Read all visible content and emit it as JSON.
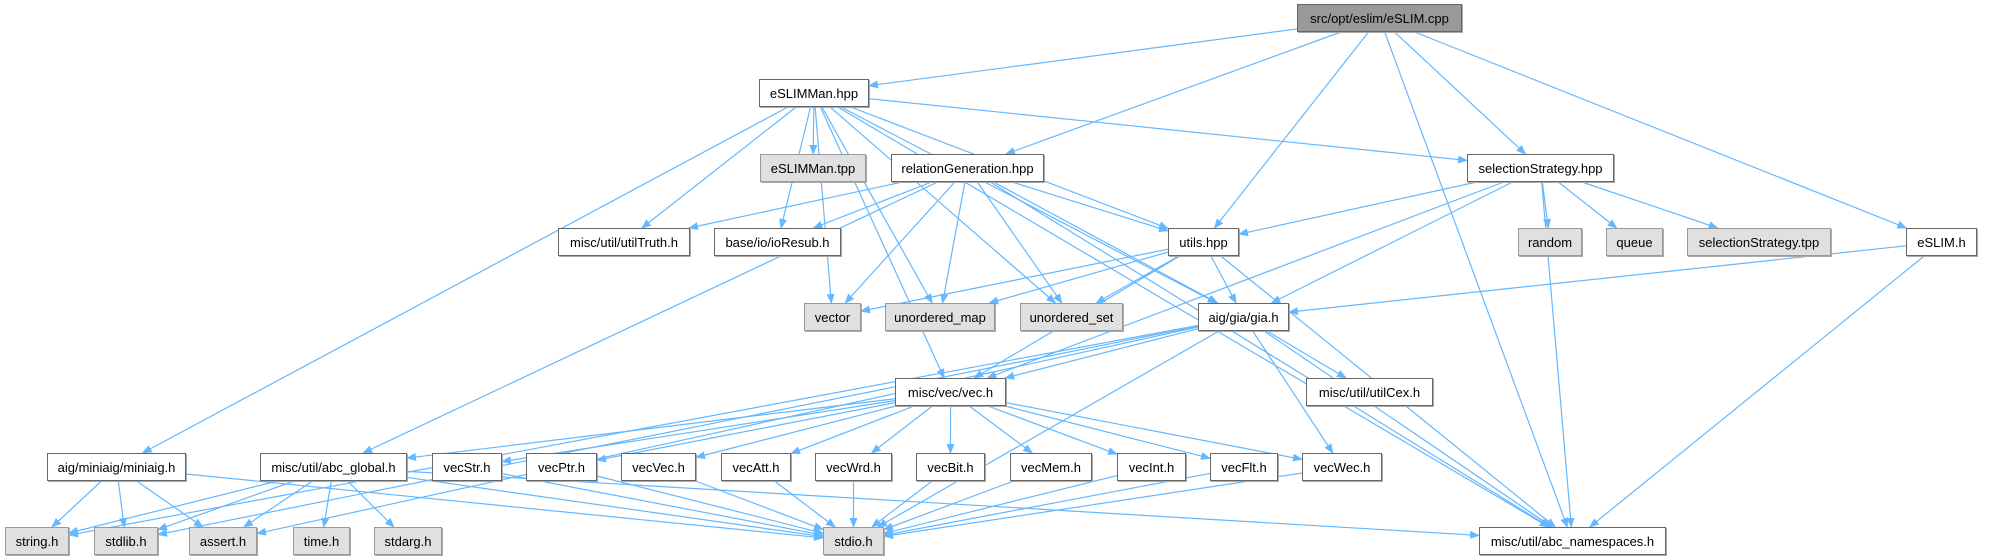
{
  "graph": {
    "edge_color": "#63b8ff",
    "nodes": [
      {
        "id": "eslim_cpp",
        "label": "src/opt/eslim/eSLIM.cpp",
        "kind": "root"
      },
      {
        "id": "eslimman_hpp",
        "label": "eSLIMMan.hpp",
        "kind": "local"
      },
      {
        "id": "eslimman_tpp",
        "label": "eSLIMMan.tpp",
        "kind": "ext"
      },
      {
        "id": "relgen_hpp",
        "label": "relationGeneration.hpp",
        "kind": "local"
      },
      {
        "id": "selstrat_hpp",
        "label": "selectionStrategy.hpp",
        "kind": "local"
      },
      {
        "id": "utiltruth_h",
        "label": "misc/util/utilTruth.h",
        "kind": "local"
      },
      {
        "id": "ioresub_h",
        "label": "base/io/ioResub.h",
        "kind": "local"
      },
      {
        "id": "utils_hpp",
        "label": "utils.hpp",
        "kind": "local"
      },
      {
        "id": "random",
        "label": "random",
        "kind": "ext"
      },
      {
        "id": "queue",
        "label": "queue",
        "kind": "ext"
      },
      {
        "id": "selstrat_tpp",
        "label": "selectionStrategy.tpp",
        "kind": "ext"
      },
      {
        "id": "eslim_h",
        "label": "eSLIM.h",
        "kind": "local"
      },
      {
        "id": "vector",
        "label": "vector",
        "kind": "ext"
      },
      {
        "id": "unordered_map",
        "label": "unordered_map",
        "kind": "ext"
      },
      {
        "id": "unordered_set",
        "label": "unordered_set",
        "kind": "ext"
      },
      {
        "id": "gia_h",
        "label": "aig/gia/gia.h",
        "kind": "local"
      },
      {
        "id": "vec_h",
        "label": "misc/vec/vec.h",
        "kind": "local"
      },
      {
        "id": "utilcex_h",
        "label": "misc/util/utilCex.h",
        "kind": "local"
      },
      {
        "id": "miniaig_h",
        "label": "aig/miniaig/miniaig.h",
        "kind": "local"
      },
      {
        "id": "abc_global_h",
        "label": "misc/util/abc_global.h",
        "kind": "local"
      },
      {
        "id": "vecstr_h",
        "label": "vecStr.h",
        "kind": "local"
      },
      {
        "id": "vecptr_h",
        "label": "vecPtr.h",
        "kind": "local"
      },
      {
        "id": "vecvec_h",
        "label": "vecVec.h",
        "kind": "local"
      },
      {
        "id": "vecatt_h",
        "label": "vecAtt.h",
        "kind": "local"
      },
      {
        "id": "vecwrd_h",
        "label": "vecWrd.h",
        "kind": "local"
      },
      {
        "id": "vecbit_h",
        "label": "vecBit.h",
        "kind": "local"
      },
      {
        "id": "vecmem_h",
        "label": "vecMem.h",
        "kind": "local"
      },
      {
        "id": "vecint_h",
        "label": "vecInt.h",
        "kind": "local"
      },
      {
        "id": "vecflt_h",
        "label": "vecFlt.h",
        "kind": "local"
      },
      {
        "id": "vecwec_h",
        "label": "vecWec.h",
        "kind": "local"
      },
      {
        "id": "string_h",
        "label": "string.h",
        "kind": "ext"
      },
      {
        "id": "stdlib_h",
        "label": "stdlib.h",
        "kind": "ext"
      },
      {
        "id": "assert_h",
        "label": "assert.h",
        "kind": "ext"
      },
      {
        "id": "time_h",
        "label": "time.h",
        "kind": "ext"
      },
      {
        "id": "stdarg_h",
        "label": "stdarg.h",
        "kind": "ext"
      },
      {
        "id": "stdio_h",
        "label": "stdio.h",
        "kind": "ext"
      },
      {
        "id": "abc_ns_h",
        "label": "misc/util/abc_namespaces.h",
        "kind": "local"
      }
    ],
    "edges": [
      [
        "eslim_cpp",
        "eslimman_hpp"
      ],
      [
        "eslim_cpp",
        "relgen_hpp"
      ],
      [
        "eslim_cpp",
        "utils_hpp"
      ],
      [
        "eslim_cpp",
        "selstrat_hpp"
      ],
      [
        "eslim_cpp",
        "eslim_h"
      ],
      [
        "eslim_cpp",
        "abc_ns_h"
      ],
      [
        "eslimman_hpp",
        "miniaig_h"
      ],
      [
        "eslimman_hpp",
        "vec_h"
      ],
      [
        "eslimman_hpp",
        "vector"
      ],
      [
        "eslimman_hpp",
        "unordered_map"
      ],
      [
        "eslimman_hpp",
        "utiltruth_h"
      ],
      [
        "eslimman_hpp",
        "ioresub_h"
      ],
      [
        "eslimman_hpp",
        "eslimman_tpp"
      ],
      [
        "eslimman_hpp",
        "unordered_set"
      ],
      [
        "eslimman_hpp",
        "utils_hpp"
      ],
      [
        "eslimman_hpp",
        "gia_h"
      ],
      [
        "eslimman_hpp",
        "abc_ns_h"
      ],
      [
        "eslimman_hpp",
        "selstrat_hpp"
      ],
      [
        "relgen_hpp",
        "utiltruth_h"
      ],
      [
        "relgen_hpp",
        "ioresub_h"
      ],
      [
        "relgen_hpp",
        "abc_global_h"
      ],
      [
        "relgen_hpp",
        "vector"
      ],
      [
        "relgen_hpp",
        "unordered_map"
      ],
      [
        "relgen_hpp",
        "unordered_set"
      ],
      [
        "relgen_hpp",
        "utils_hpp"
      ],
      [
        "relgen_hpp",
        "gia_h"
      ],
      [
        "relgen_hpp",
        "abc_ns_h"
      ],
      [
        "selstrat_hpp",
        "utils_hpp"
      ],
      [
        "selstrat_hpp",
        "gia_h"
      ],
      [
        "selstrat_hpp",
        "vec_h"
      ],
      [
        "selstrat_hpp",
        "random"
      ],
      [
        "selstrat_hpp",
        "queue"
      ],
      [
        "selstrat_hpp",
        "selstrat_tpp"
      ],
      [
        "selstrat_hpp",
        "abc_ns_h"
      ],
      [
        "utils_hpp",
        "vector"
      ],
      [
        "utils_hpp",
        "unordered_map"
      ],
      [
        "utils_hpp",
        "unordered_set"
      ],
      [
        "utils_hpp",
        "gia_h"
      ],
      [
        "utils_hpp",
        "vec_h"
      ],
      [
        "utils_hpp",
        "abc_ns_h"
      ],
      [
        "eslim_h",
        "gia_h"
      ],
      [
        "eslim_h",
        "abc_ns_h"
      ],
      [
        "gia_h",
        "string_h"
      ],
      [
        "gia_h",
        "stdlib_h"
      ],
      [
        "gia_h",
        "assert_h"
      ],
      [
        "gia_h",
        "vec_h"
      ],
      [
        "gia_h",
        "utilcex_h"
      ],
      [
        "gia_h",
        "vecwec_h"
      ],
      [
        "gia_h",
        "stdio_h"
      ],
      [
        "gia_h",
        "abc_ns_h"
      ],
      [
        "vec_h",
        "abc_global_h"
      ],
      [
        "vec_h",
        "vecstr_h"
      ],
      [
        "vec_h",
        "vecptr_h"
      ],
      [
        "vec_h",
        "vecvec_h"
      ],
      [
        "vec_h",
        "vecatt_h"
      ],
      [
        "vec_h",
        "vecwrd_h"
      ],
      [
        "vec_h",
        "vecbit_h"
      ],
      [
        "vec_h",
        "vecmem_h"
      ],
      [
        "vec_h",
        "vecint_h"
      ],
      [
        "vec_h",
        "vecflt_h"
      ],
      [
        "vec_h",
        "vecwec_h"
      ],
      [
        "miniaig_h",
        "string_h"
      ],
      [
        "miniaig_h",
        "stdlib_h"
      ],
      [
        "miniaig_h",
        "assert_h"
      ],
      [
        "miniaig_h",
        "stdio_h"
      ],
      [
        "abc_global_h",
        "string_h"
      ],
      [
        "abc_global_h",
        "stdlib_h"
      ],
      [
        "abc_global_h",
        "assert_h"
      ],
      [
        "abc_global_h",
        "time_h"
      ],
      [
        "abc_global_h",
        "stdarg_h"
      ],
      [
        "abc_global_h",
        "stdio_h"
      ],
      [
        "abc_global_h",
        "abc_ns_h"
      ],
      [
        "vecstr_h",
        "stdio_h"
      ],
      [
        "vecptr_h",
        "stdio_h"
      ],
      [
        "vecvec_h",
        "stdio_h"
      ],
      [
        "vecatt_h",
        "stdio_h"
      ],
      [
        "vecwrd_h",
        "stdio_h"
      ],
      [
        "vecbit_h",
        "stdio_h"
      ],
      [
        "vecmem_h",
        "stdio_h"
      ],
      [
        "vecint_h",
        "stdio_h"
      ],
      [
        "vecflt_h",
        "stdio_h"
      ],
      [
        "vecwec_h",
        "stdio_h"
      ]
    ]
  }
}
